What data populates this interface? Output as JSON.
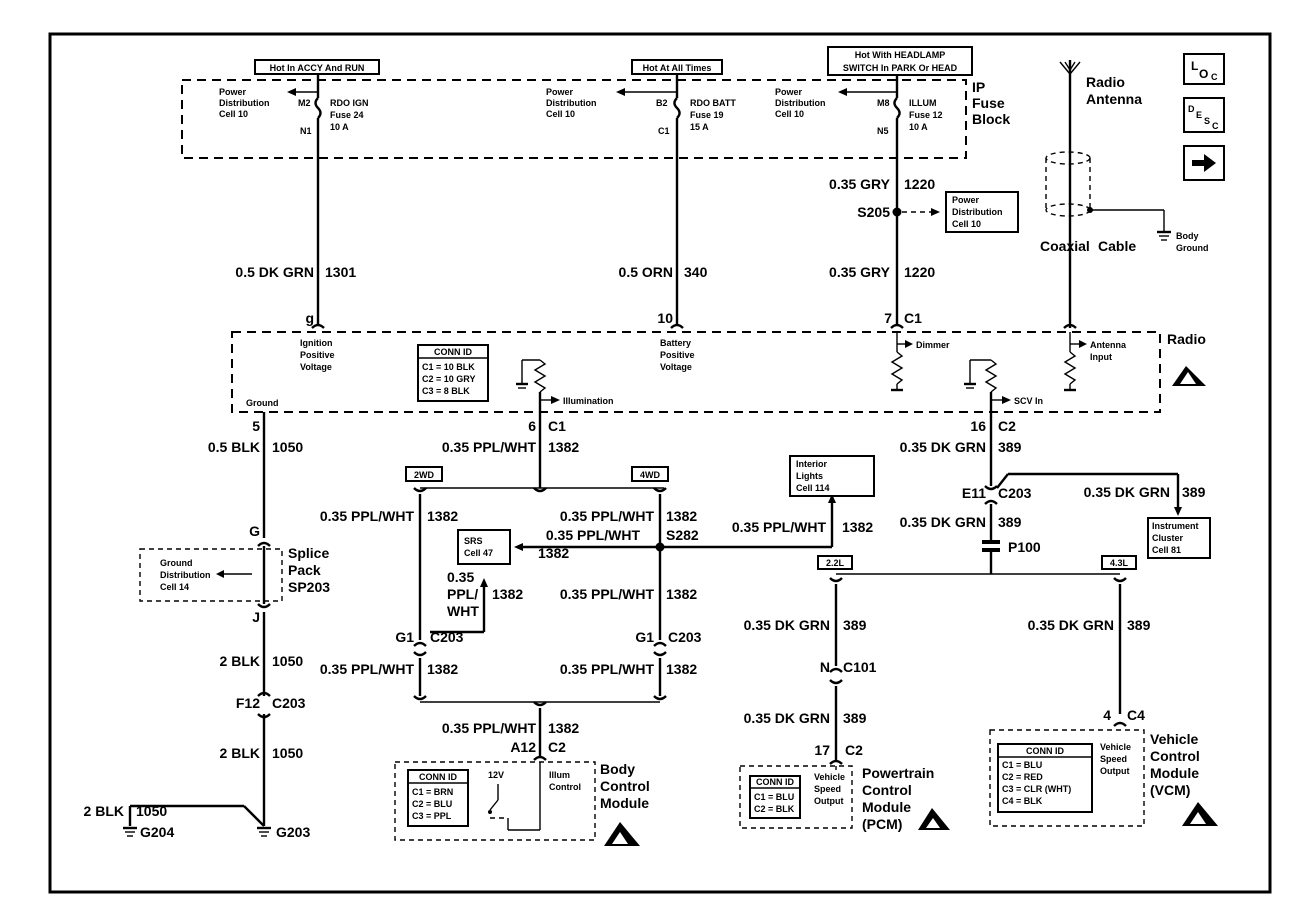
{
  "hot_labels": {
    "accy_run": "Hot In ACCY And RUN",
    "at_all_times": "Hot At All Times",
    "headlamp_1": "Hot With HEADLAMP",
    "headlamp_2": "SWITCH In PARK Or HEAD"
  },
  "fuse_block": {
    "title_1": "IP",
    "title_2": "Fuse",
    "title_3": "Block",
    "fuses": [
      {
        "pd1": "Power",
        "pd2": "Distribution",
        "pd3": "Cell 10",
        "in": "M2",
        "out": "N1",
        "name": "RDO IGN",
        "fuse": "Fuse 24",
        "amps": "10 A"
      },
      {
        "pd1": "Power",
        "pd2": "Distribution",
        "pd3": "Cell 10",
        "in": "B2",
        "out": "C1",
        "name": "RDO BATT",
        "fuse": "Fuse 19",
        "amps": "15 A"
      },
      {
        "pd1": "Power",
        "pd2": "Distribution",
        "pd3": "Cell 10",
        "in": "M8",
        "out": "N5",
        "name": "ILLUM",
        "fuse": "Fuse 12",
        "amps": "10 A"
      }
    ]
  },
  "antenna": {
    "label_1": "Radio",
    "label_2": "Antenna",
    "coax_1": "Coaxial",
    "coax_2": "Cable",
    "ground_1": "Body",
    "ground_2": "Ground"
  },
  "icons": {
    "loc": "LOC",
    "desc": "DESC",
    "arrow": "right-arrow"
  },
  "wires": {
    "w1301": {
      "size": "0.5 DK GRN",
      "num": "1301",
      "pin": "g"
    },
    "w340": {
      "size": "0.5 ORN",
      "num": "340",
      "pin": "10"
    },
    "w1220a": {
      "size": "0.35 GRY",
      "num": "1220"
    },
    "w1220b": {
      "size": "0.35 GRY",
      "num": "1220",
      "pin": "7",
      "conn": "C1"
    },
    "s205": {
      "splice": "S205",
      "pd1": "Power",
      "pd2": "Distribution",
      "pd3": "Cell 10"
    }
  },
  "radio": {
    "title": "Radio",
    "ign_1": "Ignition",
    "ign_2": "Positive",
    "ign_3": "Voltage",
    "bat_1": "Battery",
    "bat_2": "Positive",
    "bat_3": "Voltage",
    "dimmer": "Dimmer",
    "ant_1": "Antenna",
    "ant_2": "Input",
    "ground": "Ground",
    "illumination": "Illumination",
    "scv_in": "SCV In",
    "conn_title": "CONN ID",
    "conn": [
      "C1 = 10 BLK",
      "C2 = 10 GRY",
      "C3 = 8 BLK"
    ]
  },
  "lower_left": {
    "pin5": "5",
    "w1050a_size": "0.5 BLK",
    "w1050a_num": "1050",
    "pin6": "6",
    "c1": "C1",
    "w1382_size": "0.35 PPL/WHT",
    "w1382_num": "1382",
    "g": "G",
    "j": "J",
    "splice_1": "Splice",
    "splice_2": "Pack",
    "splice_3": "SP203",
    "gd_1": "Ground",
    "gd_2": "Distribution",
    "gd_3": "Cell 14",
    "w1050b_size": "2 BLK",
    "w1050b_num": "1050",
    "f12": "F12",
    "c203": "C203",
    "w1050c_size": "2 BLK",
    "w1050c_num": "1050",
    "w1050d_size": "2 BLK",
    "w1050d_num": "1050",
    "g204": "G204",
    "g203": "G203"
  },
  "mid": {
    "twowd": "2WD",
    "fourwd": "4WD",
    "left_size": "0.35 PPL/WHT",
    "left_num": "1382",
    "right_size": "0.35 PPL/WHT",
    "right_num": "1382",
    "srs_size": "0.35 PPL/WHT",
    "srs_num": "1382",
    "s282": "S282",
    "srs_1": "SRS",
    "srs_2": "Cell 47",
    "up_1": "0.35",
    "up_2": "PPL/",
    "up_3": "WHT",
    "up_num": "1382",
    "interior_size": "0.35 PPL/WHT",
    "interior_num": "1382",
    "il_1": "Interior",
    "il_2": "Lights",
    "il_3": "Cell 114",
    "mid_size": "0.35 PPL/WHT",
    "mid_num": "1382",
    "g1a": "G1",
    "c203a": "C203",
    "g1b": "G1",
    "c203b": "C203",
    "bl_size": "0.35 PPL/WHT",
    "bl_num": "1382",
    "br_size": "0.35 PPL/WHT",
    "br_num": "1382",
    "bcm_size": "0.35 PPL/WHT",
    "bcm_num": "1382",
    "a12": "A12",
    "c2": "C2"
  },
  "bcm": {
    "title_1": "Body",
    "title_2": "Control",
    "title_3": "Module",
    "v12": "12V",
    "illum_1": "Illum",
    "illum_2": "Control",
    "conn_title": "CONN ID",
    "conn": [
      "C1 = BRN",
      "C2 = BLU",
      "C3 = PPL"
    ]
  },
  "right": {
    "pin16": "16",
    "c2": "C2",
    "w389a_size": "0.35 DK GRN",
    "w389a_num": "389",
    "e11": "E11",
    "c203": "C203",
    "ic_size": "0.35 DK GRN",
    "ic_num": "389",
    "ic_1": "Instrument",
    "ic_2": "Cluster",
    "ic_3": "Cell 81",
    "w389b_size": "0.35 DK GRN",
    "w389b_num": "389",
    "p100": "P100",
    "l22": "2.2L",
    "l43": "4.3L",
    "pcm_w_size": "0.35 DK GRN",
    "pcm_w_num": "389",
    "n": "N",
    "c101": "C101",
    "pcm_w2_size": "0.35 DK GRN",
    "pcm_w2_num": "389",
    "pin17": "17",
    "c2b": "C2",
    "vcm_w_size": "0.35 DK GRN",
    "vcm_w_num": "389",
    "pin4": "4",
    "c4": "C4"
  },
  "pcm": {
    "title_1": "Powertrain",
    "title_2": "Control",
    "title_3": "Module",
    "title_4": "(PCM)",
    "vs_1": "Vehicle",
    "vs_2": "Speed",
    "vs_3": "Output",
    "conn_title": "CONN ID",
    "conn": [
      "C1 = BLU",
      "C2 = BLK"
    ]
  },
  "vcm": {
    "title_1": "Vehicle",
    "title_2": "Control",
    "title_3": "Module",
    "title_4": "(VCM)",
    "vs_1": "Vehicle",
    "vs_2": "Speed",
    "vs_3": "Output",
    "conn_title": "CONN ID",
    "conn": [
      "C1 = BLU",
      "C2 = RED",
      "C3 = CLR (WHT)",
      "C4 = BLK"
    ]
  }
}
